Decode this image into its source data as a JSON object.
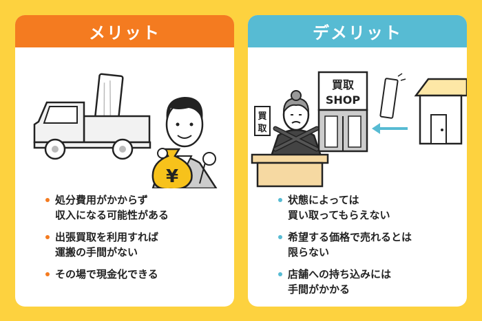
{
  "merit": {
    "title": "メリット",
    "items": [
      {
        "line1": "処分費用がかからず",
        "line2": "収入になる可能性がある"
      },
      {
        "line1": "出張買取を利用すれば",
        "line2": "運搬の手間がない"
      },
      {
        "line1": "その場で現金化できる",
        "line2": ""
      }
    ],
    "yen_symbol": "¥"
  },
  "demerit": {
    "title": "デメリット",
    "items": [
      {
        "line1": "状態によっては",
        "line2": "買い取ってもらえない"
      },
      {
        "line1": "希望する価格で売れるとは",
        "line2": "限らない"
      },
      {
        "line1": "店舗への持ち込みには",
        "line2": "手間がかかる"
      }
    ],
    "shop_sign_line1": "買取",
    "shop_sign_line2": "SHOP",
    "counter_sign_line1": "買",
    "counter_sign_line2": "取"
  },
  "colors": {
    "background": "#FDD23F",
    "merit_accent": "#F47B20",
    "demerit_accent": "#57BBD3"
  }
}
